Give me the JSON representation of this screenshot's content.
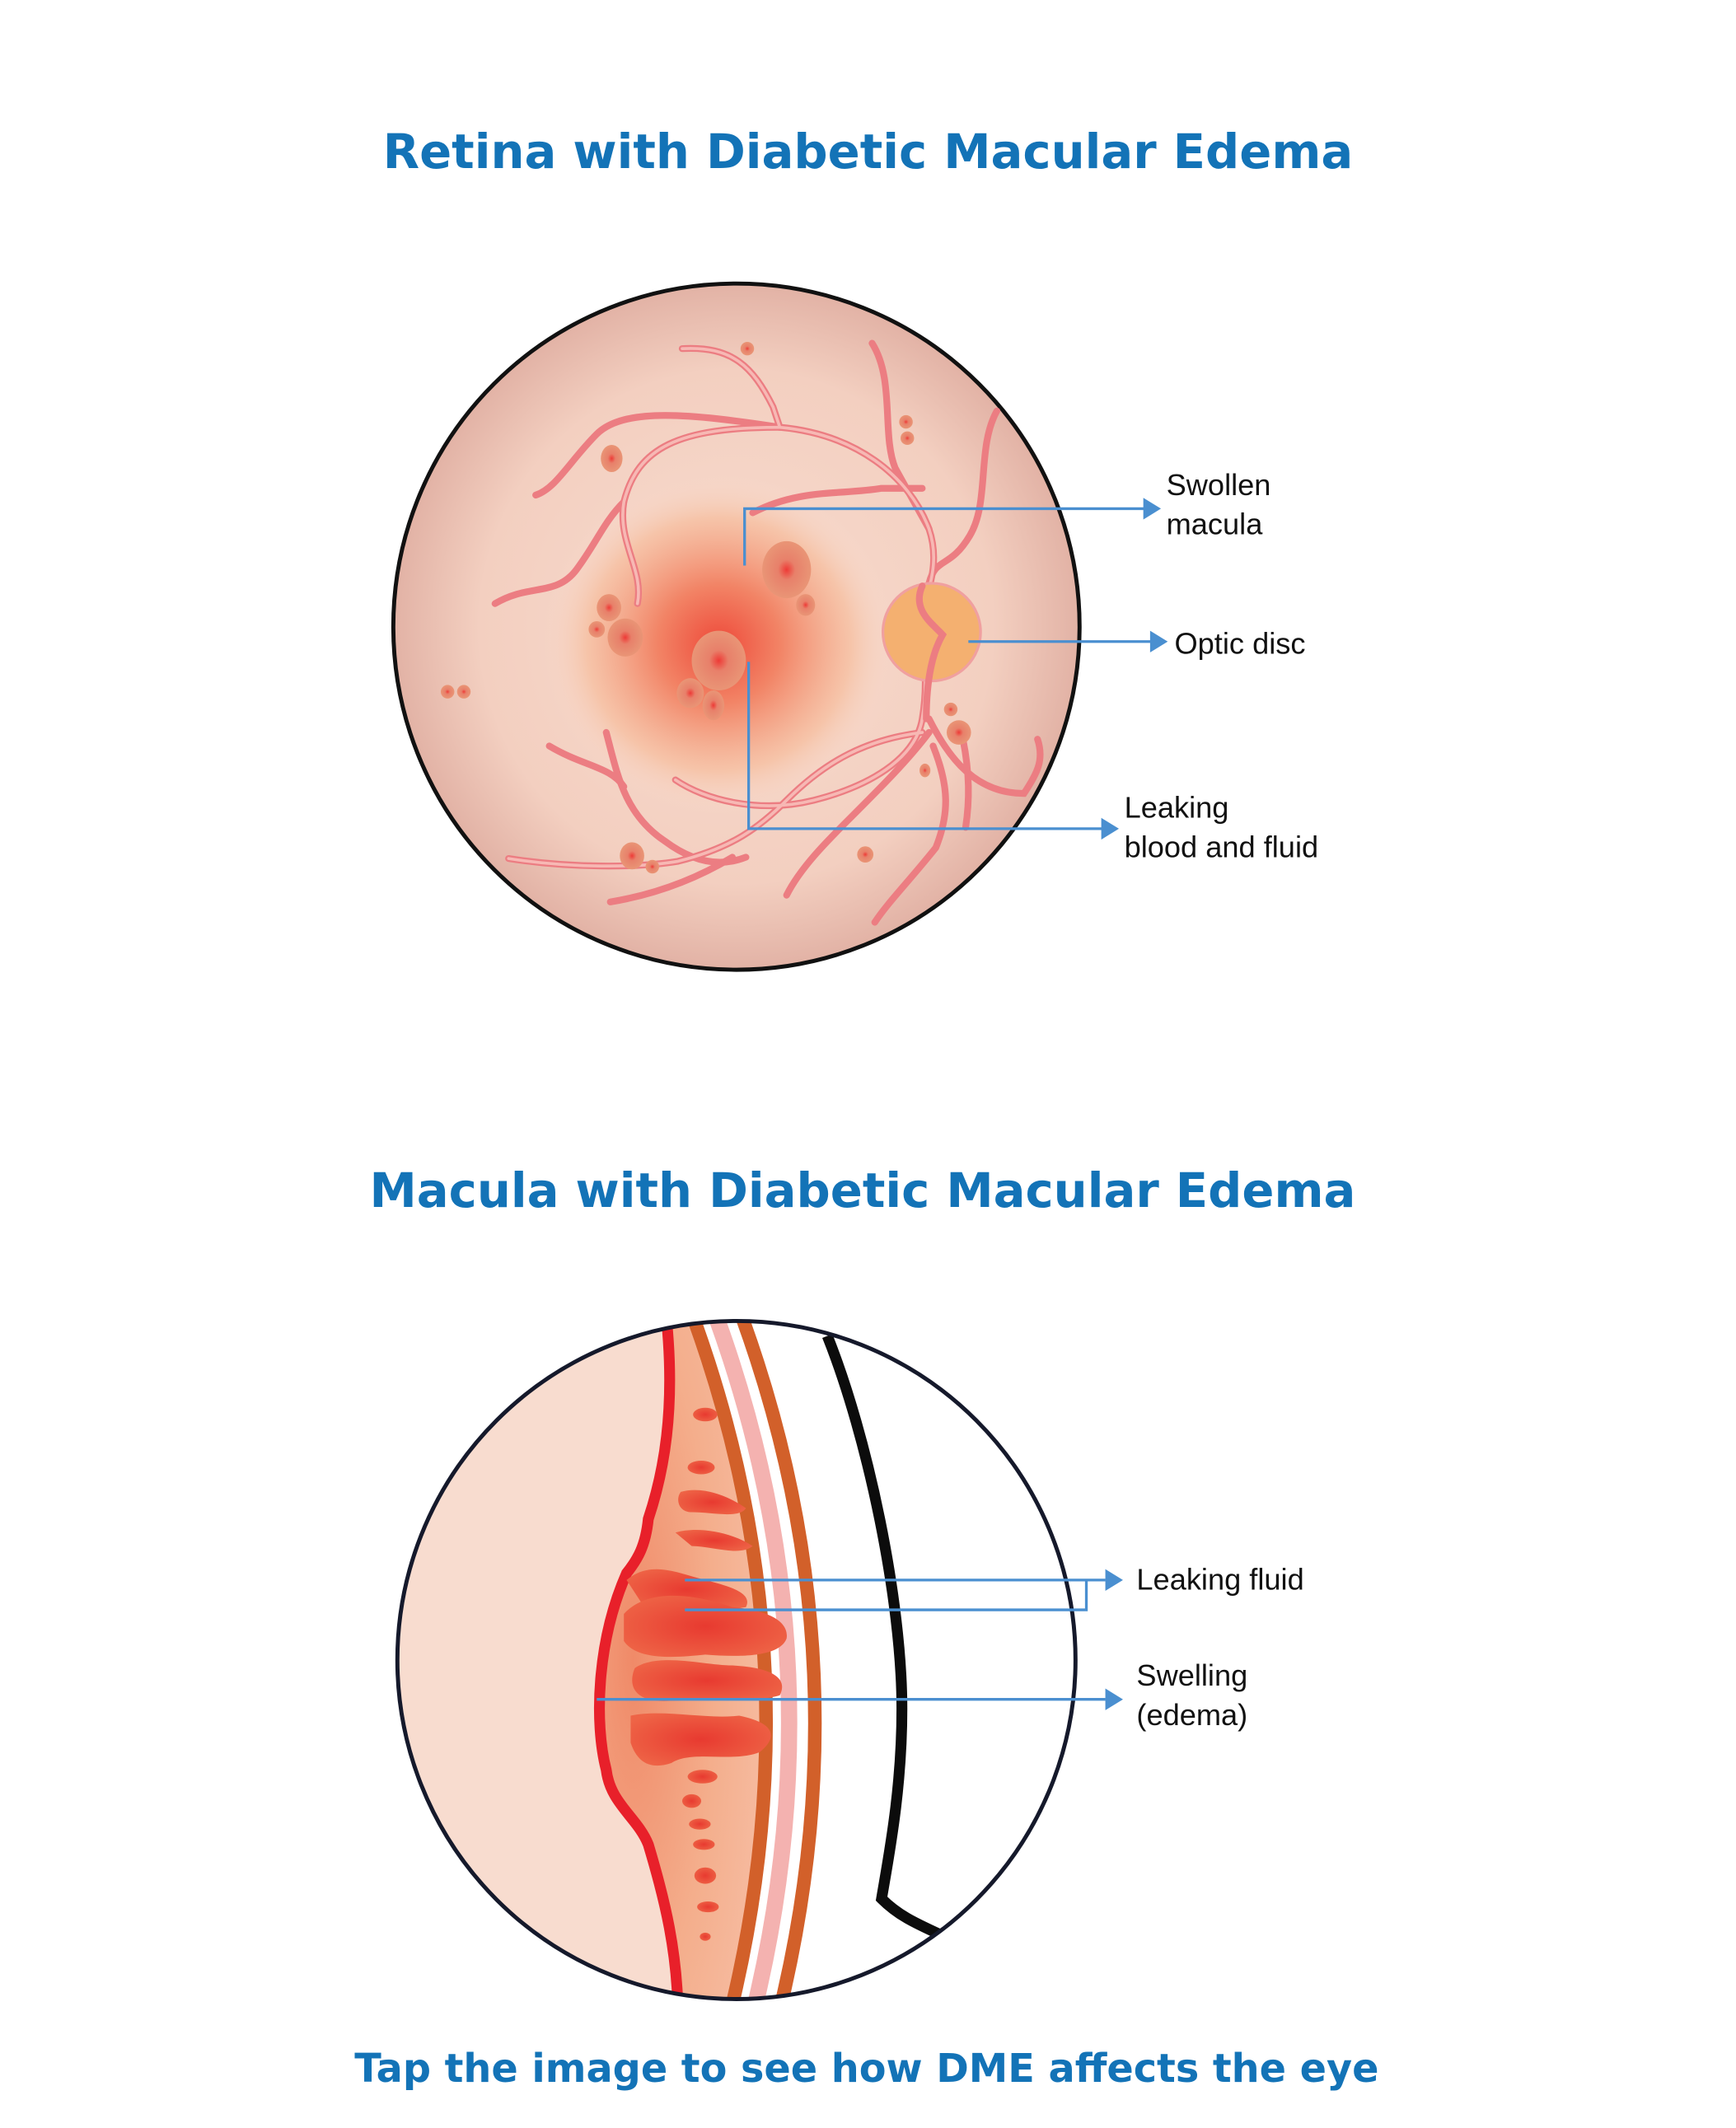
{
  "retina": {
    "title": "Retina with Diabetic Macular Edema",
    "labels": {
      "swollen_macula_1": "Swollen",
      "swollen_macula_2": "macula",
      "optic_disc": "Optic disc",
      "leaking_1": "Leaking",
      "leaking_2": "blood and fluid"
    }
  },
  "macula": {
    "title": "Macula with Diabetic Macular Edema",
    "labels": {
      "leaking_fluid": "Leaking fluid",
      "swelling_1": "Swelling",
      "swelling_2": "(edema)"
    }
  },
  "footer": {
    "cta": "Tap the image to see how DME affects the eye"
  },
  "colors": {
    "title": "#1373b7",
    "arrow": "#4a8fd0",
    "vessel": "#ec7d82",
    "optic_disc": "#f4b070",
    "retina_layer_red": "#e8202a",
    "retina_layer_orange": "#d2602a"
  }
}
